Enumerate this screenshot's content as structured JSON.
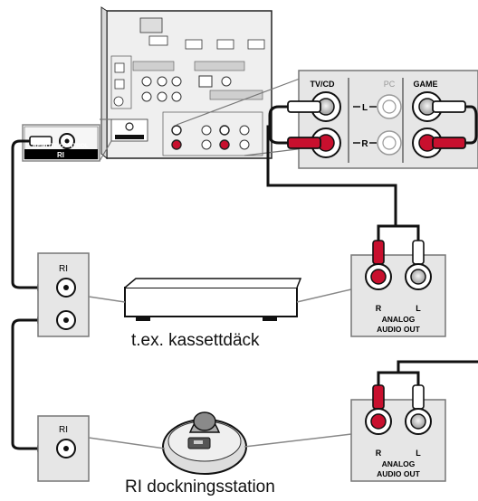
{
  "receiver": {
    "ri_jack": {
      "brand": "REMOTE CONTROL",
      "label": "RI"
    },
    "inputs": {
      "tv_cd": "TV/CD",
      "pc": "PC",
      "game": "GAME",
      "left": "L",
      "right": "R"
    }
  },
  "devices": [
    {
      "id": "cassette",
      "ri_label": "RI",
      "caption": "t.ex. kassettdäck",
      "output": {
        "r": "R",
        "l": "L",
        "line1": "ANALOG",
        "line2": "AUDIO OUT"
      }
    },
    {
      "id": "dock",
      "ri_label": "RI",
      "caption": "RI dockningsstation",
      "output": {
        "r": "R",
        "l": "L",
        "line1": "ANALOG",
        "line2": "AUDIO OUT"
      }
    }
  ],
  "colors": {
    "right_channel": "#c8102e",
    "left_channel": "#ffffff",
    "panel": "#e6e6e6",
    "line": "#111111"
  }
}
